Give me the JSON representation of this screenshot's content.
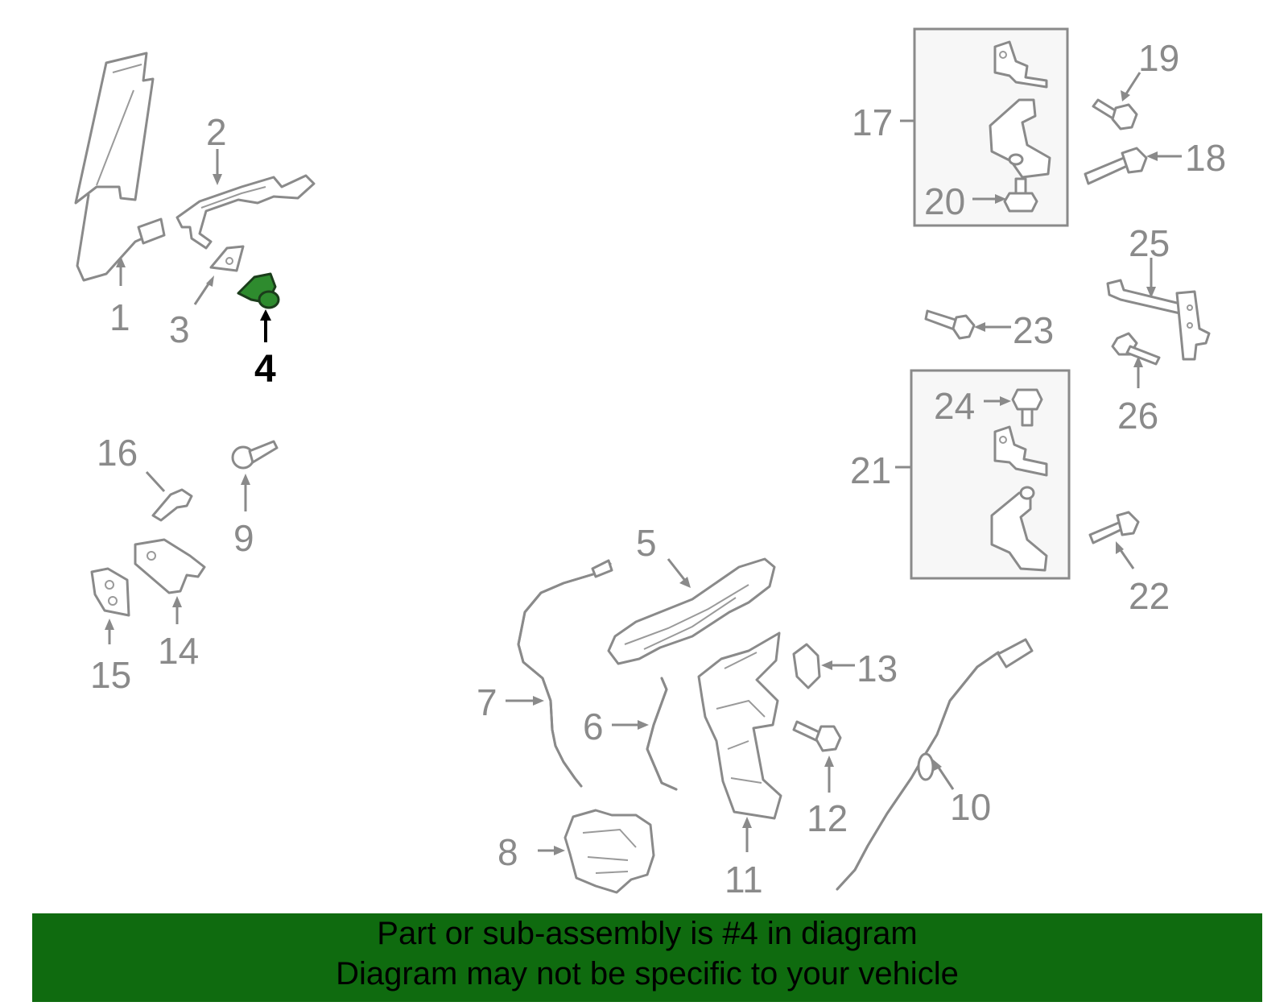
{
  "highlight_color": "#2e8b2e",
  "banner_color": "#0f6b0f",
  "callouts": {
    "c1": "1",
    "c2": "2",
    "c3": "3",
    "c4": "4",
    "c5": "5",
    "c6": "6",
    "c7": "7",
    "c8": "8",
    "c9": "9",
    "c10": "10",
    "c11": "11",
    "c12": "12",
    "c13": "13",
    "c14": "14",
    "c15": "15",
    "c16": "16",
    "c17": "17",
    "c18": "18",
    "c19": "19",
    "c20": "20",
    "c21": "21",
    "c22": "22",
    "c23": "23",
    "c24": "24",
    "c25": "25",
    "c26": "26"
  },
  "highlighted_part": "4",
  "banner": {
    "line1": "Part or sub-assembly is #4 in diagram",
    "line2": "Diagram may not be specific to your vehicle"
  }
}
